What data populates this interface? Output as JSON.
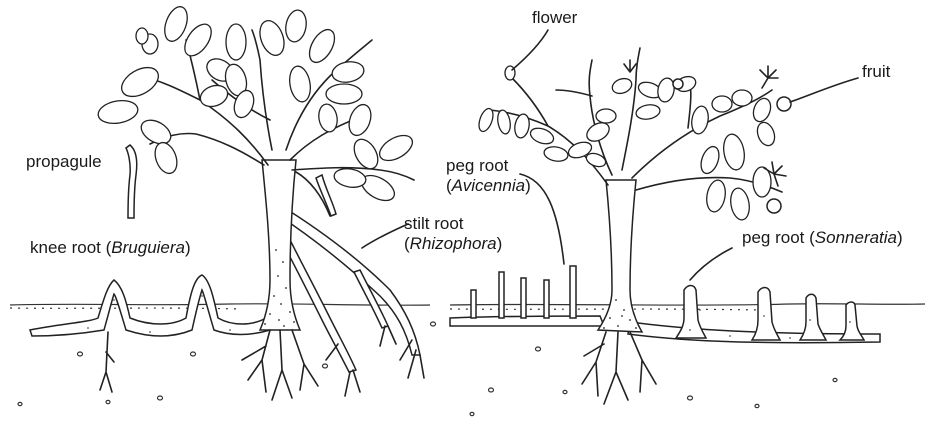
{
  "labels": {
    "flower": "flower",
    "fruit": "fruit",
    "propagule": "propagule",
    "peg_root_avicennia": {
      "name": "peg root",
      "genus": "Avicennia"
    },
    "stilt_root_rhizophora": {
      "name": "stilt root",
      "genus": "Rhizophora"
    },
    "knee_root_bruguiera": {
      "name": "knee root",
      "genus": "Bruguiera"
    },
    "peg_root_sonneratia": {
      "name": "peg root",
      "genus": "Sonneratia"
    }
  }
}
